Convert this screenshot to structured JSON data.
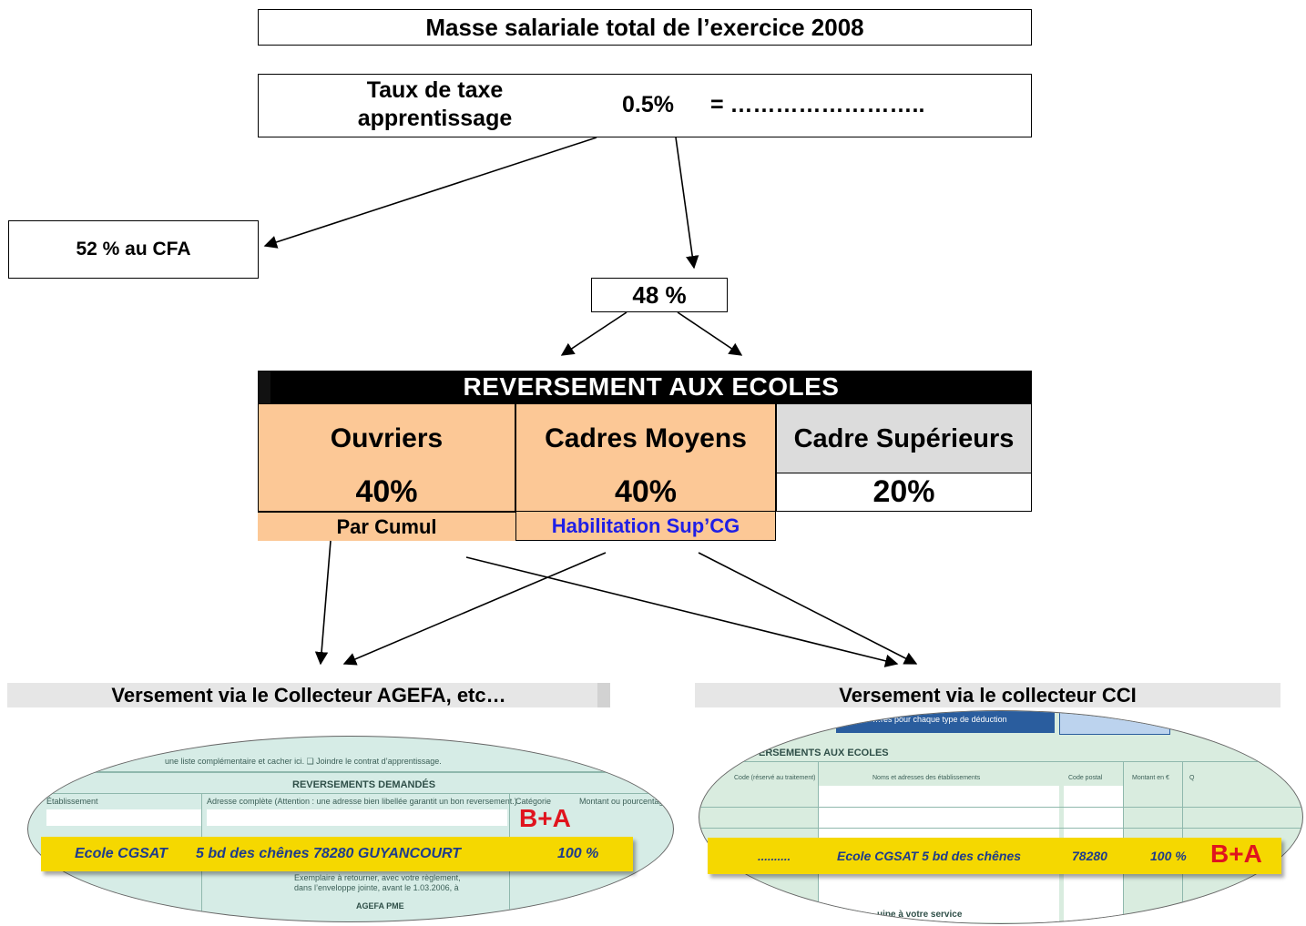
{
  "title": "Masse salariale total de l’exercice 2008",
  "taux": {
    "label": "Taux de taxe apprentissage",
    "rate": "0.5%",
    "equals": "= …………………….."
  },
  "cfa": "52 % au CFA",
  "share48": "48 %",
  "reversement": {
    "header": "REVERSEMENT AUX ECOLES",
    "columns": [
      {
        "name": "Ouvriers",
        "percent": "40%",
        "note": "Par Cumul"
      },
      {
        "name": "Cadres Moyens",
        "percent": "40%",
        "note": "Habilitation Sup’CG"
      },
      {
        "name": "Cadre Supérieurs",
        "percent": "20%",
        "note": ""
      }
    ]
  },
  "versement": {
    "left": "Versement via le Collecteur AGEFA, etc…",
    "right": "Versement via le collecteur CCI"
  },
  "form_left": {
    "top_text": "une liste complémentaire et cacher ici. ❑  Joindre le contrat d’apprentissage.",
    "section": "REVERSEMENTS DEMANDÉS",
    "col_etab": "Établissement",
    "col_adresse": "Adresse complète (Attention : une adresse bien libellée garantit un bon reversement.)",
    "col_categorie": "Catégorie",
    "col_montant": "Montant ou pourcentage",
    "stamp": "B+A",
    "row_school": "Ecole CGSAT",
    "row_address": "5 bd des chênes 78280 GUYANCOURT",
    "row_percent": "100 %",
    "footer_text": "Exemplaire à retourner, avec votre règlement, dans l’enveloppe jointe, avant le 1.03.2006, à",
    "footer_org": "AGEFA PME"
  },
  "form_right": {
    "top_text": "…res pour chaque type de déduction",
    "section": "ERSEMENTS AUX ECOLES",
    "col_code": "Code (réservé au traitement)",
    "col_noms": "Noms et adresses des établissements",
    "col_cp": "Code postal",
    "col_montant": "Montant en €",
    "col_q": "Q",
    "row_dots": "..........",
    "row_school": "Ecole CGSAT  5 bd des chênes",
    "row_cp": "78280",
    "row_percent": "100 %",
    "stamp": "B+A",
    "footer_text": "…uipe à votre service"
  }
}
